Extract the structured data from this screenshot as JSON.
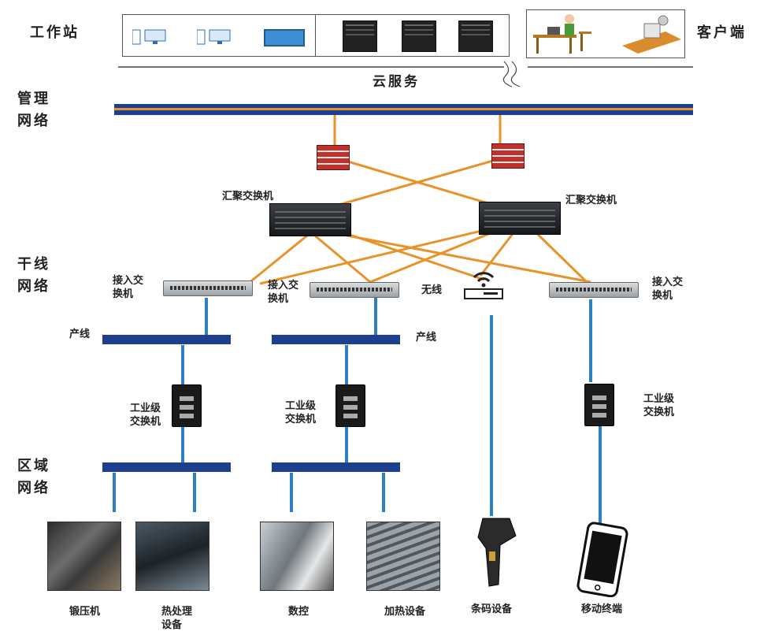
{
  "labels": {
    "workstation": "工作站",
    "client": "客户端",
    "cloud": "云服务",
    "mgmt_network": "管理\n网络",
    "trunk_network": "干线\n网络",
    "area_network": "区域\n网络",
    "agg_switch_left": "汇聚交换机",
    "agg_switch_right": "汇聚交换机",
    "access_switch_1": "接入交\n换机",
    "access_switch_2": "接入交\n换机",
    "access_switch_3": "接入交\n换机",
    "wireless": "无线",
    "line_left": "产线",
    "line_right": "产线",
    "ind_switch_1": "工业级\n交换机",
    "ind_switch_2": "工业级\n交换机",
    "ind_switch_3": "工业级\n交换机"
  },
  "devices": [
    {
      "name": "锻压机"
    },
    {
      "name": "热处理\n设备"
    },
    {
      "name": "数控"
    },
    {
      "name": "加热设备"
    },
    {
      "name": "条码设备"
    },
    {
      "name": "移动终端"
    }
  ],
  "colors": {
    "bus_blue": "#1e3f8f",
    "link_blue": "#2f7fc4",
    "link_orange": "#e8922a",
    "firewall_red": "#c0312b"
  }
}
